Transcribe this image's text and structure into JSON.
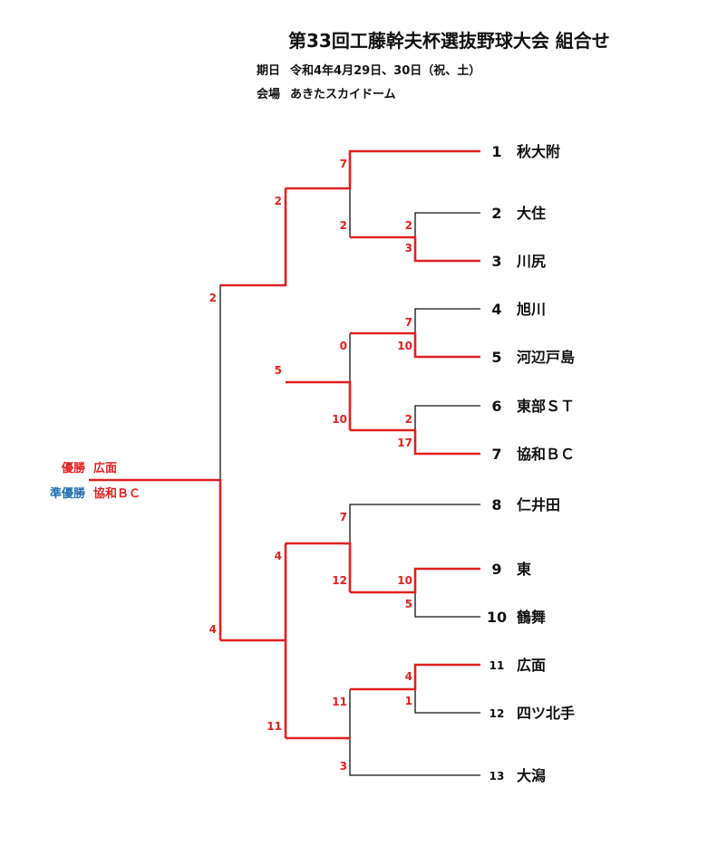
{
  "header": {
    "title": "第33回工藤幹夫杯選抜野球大会 組合せ",
    "date_label": "期日",
    "date_value": "令和4年4月29日、30日（祝、土）",
    "venue_label": "会場",
    "venue_value": "あきたスカイドーム"
  },
  "result": {
    "champion_label": "優勝",
    "champion_team": "広面",
    "runnerup_label": "準優勝",
    "runnerup_team": "協和ＢＣ"
  },
  "teams": [
    {
      "num": "1",
      "name": "秋大附"
    },
    {
      "num": "2",
      "name": "大住"
    },
    {
      "num": "3",
      "name": "川尻"
    },
    {
      "num": "4",
      "name": "旭川"
    },
    {
      "num": "5",
      "name": "河辺戸島"
    },
    {
      "num": "6",
      "name": "東部ＳＴ"
    },
    {
      "num": "7",
      "name": "協和ＢＣ"
    },
    {
      "num": "8",
      "name": "仁井田"
    },
    {
      "num": "9",
      "name": "東"
    },
    {
      "num": "10",
      "name": "鶴舞"
    },
    {
      "num": "11",
      "name": "広面"
    },
    {
      "num": "12",
      "name": "四ツ北手"
    },
    {
      "num": "13",
      "name": "大潟"
    }
  ],
  "scores": {
    "m2v3": [
      "2",
      "3"
    ],
    "m4v5": [
      "7",
      "10"
    ],
    "m6v7": [
      "2",
      "17"
    ],
    "m9v10": [
      "10",
      "5"
    ],
    "m11v12": [
      "4",
      "1"
    ],
    "m1v23": [
      "7",
      "2"
    ],
    "m45v67": [
      "0",
      "10"
    ],
    "m8v910": [
      "7",
      "12"
    ],
    "m1112v13": [
      "11",
      "3"
    ],
    "semi_top": [
      "2",
      "5"
    ],
    "semi_bottom": [
      "4",
      "11"
    ],
    "final": [
      "2",
      "4"
    ]
  },
  "colors": {
    "winner_line": "#e02020",
    "loser_line": "#111111",
    "score_text": "#e02020",
    "champion_label": "#e02020",
    "runnerup_label": "#2070b0"
  }
}
